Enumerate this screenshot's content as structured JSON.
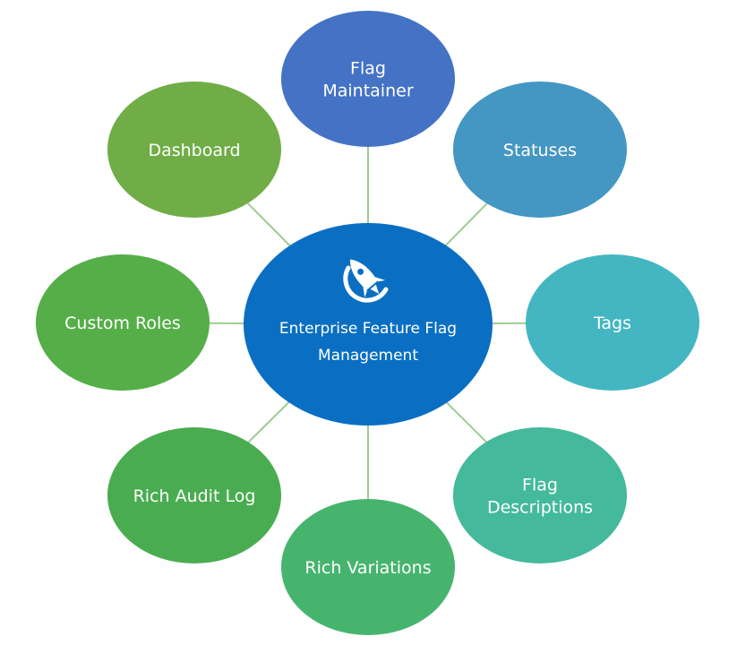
{
  "center": {
    "line1": "Enterprise Feature Flag",
    "line2": "Management",
    "icon": "rocket-icon",
    "color": "#0A6FC3"
  },
  "connector_color": "#9FCB90",
  "nodes": [
    {
      "id": "flag-maintainer",
      "lines": [
        "Flag",
        "Maintainer"
      ],
      "color": "#4472C4"
    },
    {
      "id": "statuses",
      "lines": [
        "Statuses"
      ],
      "color": "#4496C3"
    },
    {
      "id": "tags",
      "lines": [
        "Tags"
      ],
      "color": "#43B6C2"
    },
    {
      "id": "flag-descriptions",
      "lines": [
        "Flag",
        "Descriptions"
      ],
      "color": "#44B99B"
    },
    {
      "id": "rich-variations",
      "lines": [
        "Rich Variations"
      ],
      "color": "#47B46E"
    },
    {
      "id": "rich-audit-log",
      "lines": [
        "Rich Audit Log"
      ],
      "color": "#4AAC50"
    },
    {
      "id": "custom-roles",
      "lines": [
        "Custom Roles"
      ],
      "color": "#55AE48"
    },
    {
      "id": "dashboard",
      "lines": [
        "Dashboard"
      ],
      "color": "#70AD47"
    }
  ]
}
